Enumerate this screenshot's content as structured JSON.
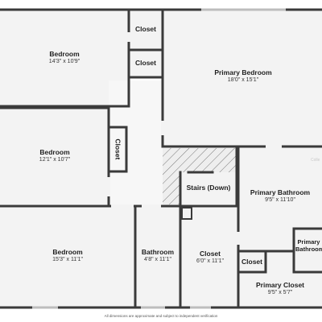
{
  "rooms": {
    "bedroom_1": {
      "name": "Bedroom",
      "dims": "14'3\" x 10'9\""
    },
    "closet_1": {
      "name": "Closet"
    },
    "closet_2": {
      "name": "Closet"
    },
    "primary_bedroom": {
      "name": "Primary Bedroom",
      "dims": "18'0\" x 15'1\""
    },
    "bedroom_2": {
      "name": "Bedroom",
      "dims": "12'1\" x 10'7\""
    },
    "closet_3": {
      "name": "Closet"
    },
    "stairs": {
      "name": "Stairs (Down)"
    },
    "primary_bathroom": {
      "name": "Primary Bathroom",
      "dims": "9'5\" x 11'10\""
    },
    "bedroom_3": {
      "name": "Bedroom",
      "dims": "15'3\" x 11'1\""
    },
    "bathroom": {
      "name": "Bathroom",
      "dims": "4'8\" x 11'1\""
    },
    "closet_4": {
      "name": "Closet",
      "dims": "6'0\" x 11'1\""
    },
    "closet_5": {
      "name": "Closet"
    },
    "primary_bathroom_small": {
      "name": "Primary Bathroom"
    },
    "primary_closet": {
      "name": "Primary Closet",
      "dims": "9'5\" x 5'7\""
    }
  },
  "footer": {
    "disclaimer": "All dimensions are approximate and subject to independent verification"
  },
  "watermark": "Colle"
}
